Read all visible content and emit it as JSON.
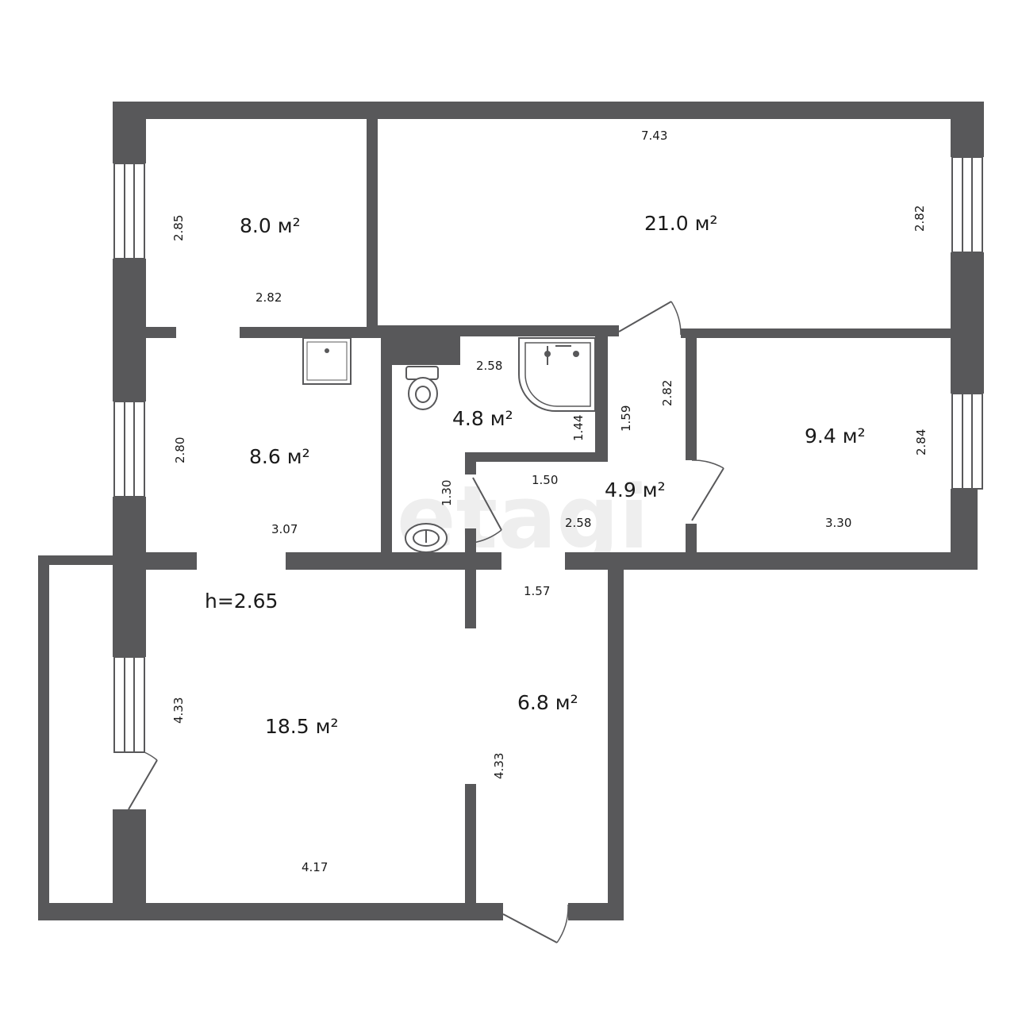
{
  "watermark": "etagi",
  "ceiling_height": "h=2.65",
  "rooms": [
    {
      "id": "bedroom-small",
      "area": "8.0 м²",
      "width": "2.82",
      "depth": "2.85"
    },
    {
      "id": "living-room-large",
      "area": "21.0 м²",
      "width": "7.43",
      "depth": "2.82"
    },
    {
      "id": "room-left",
      "area": "8.6 м²",
      "width": "3.07",
      "depth": "2.80"
    },
    {
      "id": "bathroom",
      "area": "4.8 м²",
      "width_top": "2.58",
      "height_right": "1.44",
      "height_left": "1.30"
    },
    {
      "id": "corridor",
      "area": "4.9 м²",
      "width_top": "1.50",
      "width_bottom": "2.58",
      "depth_left": "1.59",
      "depth_right": "2.82"
    },
    {
      "id": "bedroom-right",
      "area": "9.4 м²",
      "width": "3.30",
      "depth": "2.84"
    },
    {
      "id": "living-room",
      "area": "18.5 м²",
      "width": "4.17",
      "depth": "4.33"
    },
    {
      "id": "hall",
      "area": "6.8 м²",
      "width": "1.57",
      "depth": "4.33"
    }
  ],
  "colors": {
    "wall": "#58585a",
    "background": "#ffffff"
  }
}
